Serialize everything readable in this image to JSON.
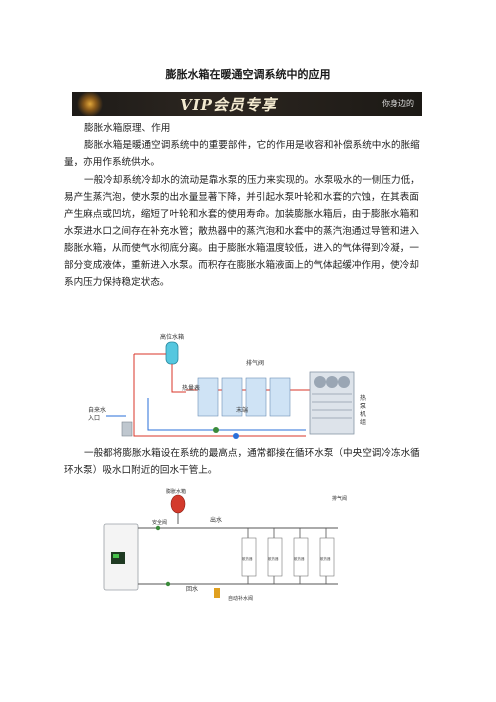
{
  "doc": {
    "title": "膨胀水箱在暖通空调系统中的应用",
    "banner": {
      "main": "VIP会员专享",
      "tag": "你身边的"
    },
    "heading1": "膨胀水箱原理、作用",
    "p1": "膨胀水箱是暖通空调系统中的重要部件，它的作用是收容和补偿系统中水的胀缩量，亦用作系统供水。",
    "p2": "一般冷却系统冷却水的流动是靠水泵的压力来实现的。水泵吸水的一侧压力低，易产生蒸汽泡，使水泵的出水量显著下降，并引起水泵叶轮和水套的穴蚀，在其表面产生麻点或凹坑，缩短了叶轮和水套的使用寿命。加装膨胀水箱后，由于膨胀水箱和水泵进水口之间存在补充水管；散热器中的蒸汽泡和水套中的蒸汽泡通过导管和进入膨胀水箱，从而使气水彻底分离。由于膨胀水箱温度较低，进入的气体得到冷凝，一部分变成液体，重新进入水泵。而积存在膨胀水箱液面上的气体起缓冲作用，使冷却系内压力保持稳定状态。",
    "p3": "一般都将膨胀水箱设在系统的最高点，通常都接在循环水泵（中央空调冷冻水循环水泵）吸水口附近的回水干管上。",
    "fig1": {
      "tank": "高位水箱",
      "hx": "热量表",
      "vent": "排气阀",
      "end": "末端",
      "inlet1": "自来水",
      "inlet2": "入口",
      "unit": [
        "热",
        "泵",
        "机",
        "组"
      ]
    },
    "fig2": {
      "tank": "膨胀水箱",
      "safety": "安全阀",
      "out": "出水",
      "back": "回水",
      "fill": "自动补水阀",
      "vent": "排气阀",
      "devices": [
        "散热器",
        "散热器",
        "散热器",
        "散热器"
      ]
    }
  }
}
